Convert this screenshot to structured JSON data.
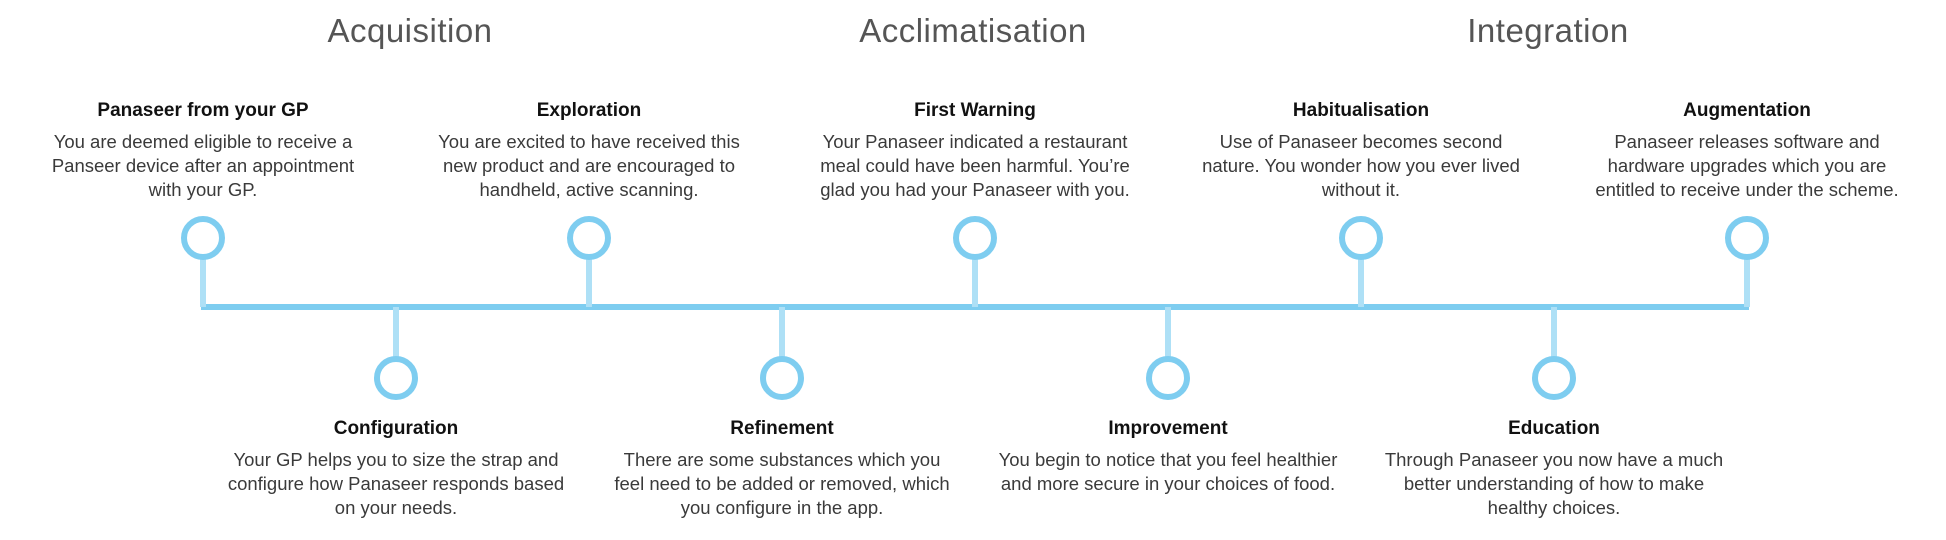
{
  "phases": [
    {
      "label": "Acquisition"
    },
    {
      "label": "Acclimatisation"
    },
    {
      "label": "Integration"
    }
  ],
  "stages": [
    {
      "title": "Panaseer from your GP",
      "description": "You are deemed eligible to receive a Panseer device after an appointment with your GP.",
      "position": "top"
    },
    {
      "title": "Configuration",
      "description": "Your GP helps you to size the strap and configure how Panaseer responds based on your needs.",
      "position": "bottom"
    },
    {
      "title": "Exploration",
      "description": "You are excited to have received this new product and are encouraged to handheld, active scanning.",
      "position": "top"
    },
    {
      "title": "Refinement",
      "description": "There are some substances which you feel need to be added or removed, which you configure in the app.",
      "position": "bottom"
    },
    {
      "title": "First Warning",
      "description": "Your Panaseer indicated a restaurant meal could have been harmful. You’re glad you had your Panaseer with you.",
      "position": "top"
    },
    {
      "title": "Improvement",
      "description": "You begin to notice that you feel healthier and more secure in your choices of food.",
      "position": "bottom"
    },
    {
      "title": "Habitualisation",
      "description": "Use of Panaseer becomes second nature. You wonder how you ever lived without it.",
      "position": "top"
    },
    {
      "title": "Education",
      "description": "Through Panaseer you now have a much better understanding of how to make healthy choices.",
      "position": "bottom"
    },
    {
      "title": "Augmentation",
      "description": "Panaseer releases software and hardware upgrades which you are entitled to receive under the scheme.",
      "position": "top"
    }
  ],
  "colors": {
    "line": "#7ecdf0",
    "stem": "#aee0f6",
    "circle": "#7ecdf0"
  }
}
